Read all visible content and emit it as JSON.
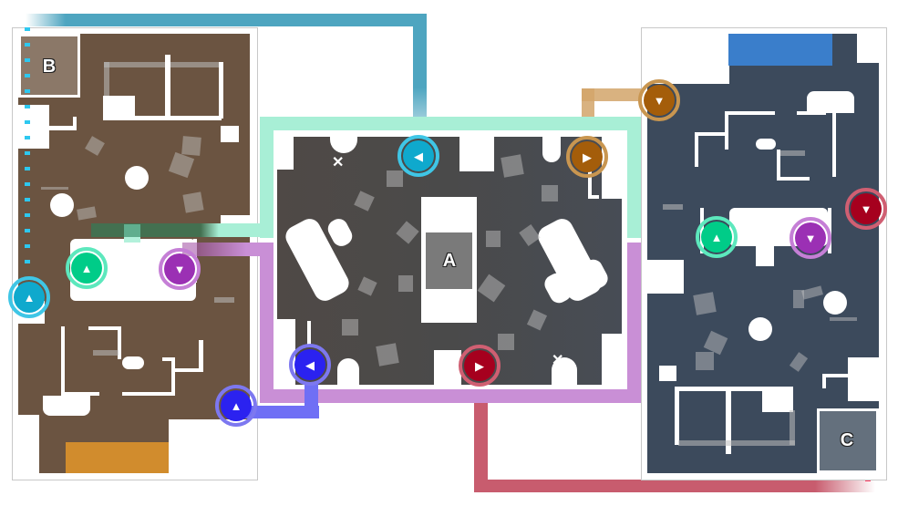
{
  "map": {
    "sites": [
      {
        "id": "A",
        "label": "A"
      },
      {
        "id": "B",
        "label": "B"
      },
      {
        "id": "C",
        "label": "C"
      }
    ],
    "zones": {
      "left": {
        "floor_color": "#6b5441"
      },
      "center": {
        "floor_color": "#4d4a4a"
      },
      "right": {
        "floor_color": "#3c4a5c"
      }
    },
    "spawns": {
      "left_bottom": {
        "color": "#e3962a"
      },
      "right_top": {
        "color": "#3a7ecb"
      }
    },
    "routes": [
      {
        "name": "cyan-route",
        "color": "#4ea5c0",
        "dot": "#2dc8f0"
      },
      {
        "name": "green-route",
        "color": "#a8efd6",
        "dot": "#00d17f"
      },
      {
        "name": "purple-route",
        "color": "#c98fd6",
        "dot": "#b020e0"
      },
      {
        "name": "orange-route",
        "color": "#d2a46a",
        "dot": "#d9861a"
      },
      {
        "name": "red-route",
        "color": "#c85c6e",
        "dot": "#ff3b62"
      },
      {
        "name": "blue-route",
        "color": "#6f6ff5",
        "dot": "#2a8dff"
      }
    ],
    "markers": [
      {
        "name": "cyan-marker-left",
        "color": "#0fa9cd",
        "ring": "#3fc6e6",
        "glyph": "▲"
      },
      {
        "name": "cyan-marker-center",
        "color": "#0fa9cd",
        "ring": "#3fc6e6",
        "glyph": "◀"
      },
      {
        "name": "green-marker-left",
        "color": "#00cc88",
        "ring": "#5de8bd",
        "glyph": "▲"
      },
      {
        "name": "green-marker-right",
        "color": "#00cc88",
        "ring": "#5de8bd",
        "glyph": "▲"
      },
      {
        "name": "purple-marker-left",
        "color": "#9b30b4",
        "ring": "#c57fd6",
        "glyph": "▼"
      },
      {
        "name": "purple-marker-right",
        "color": "#9b30b4",
        "ring": "#c57fd6",
        "glyph": "▼"
      },
      {
        "name": "blue-marker-left",
        "color": "#2b22f0",
        "ring": "#7d78f0",
        "glyph": "▲"
      },
      {
        "name": "blue-marker-center",
        "color": "#2b22f0",
        "ring": "#7d78f0",
        "glyph": "◀"
      },
      {
        "name": "orange-marker-center",
        "color": "#a45d0a",
        "ring": "#c99650",
        "glyph": "▶"
      },
      {
        "name": "orange-marker-right",
        "color": "#a45d0a",
        "ring": "#c99650",
        "glyph": "▼"
      },
      {
        "name": "red-marker-center",
        "color": "#a6001e",
        "ring": "#d05f72",
        "glyph": "▶"
      },
      {
        "name": "red-marker-right",
        "color": "#a6001e",
        "ring": "#d05f72",
        "glyph": "▼"
      }
    ],
    "objective_marks": [
      {
        "name": "x-mark-top",
        "glyph": "✕"
      },
      {
        "name": "x-mark-bottom",
        "glyph": "✕"
      }
    ]
  }
}
